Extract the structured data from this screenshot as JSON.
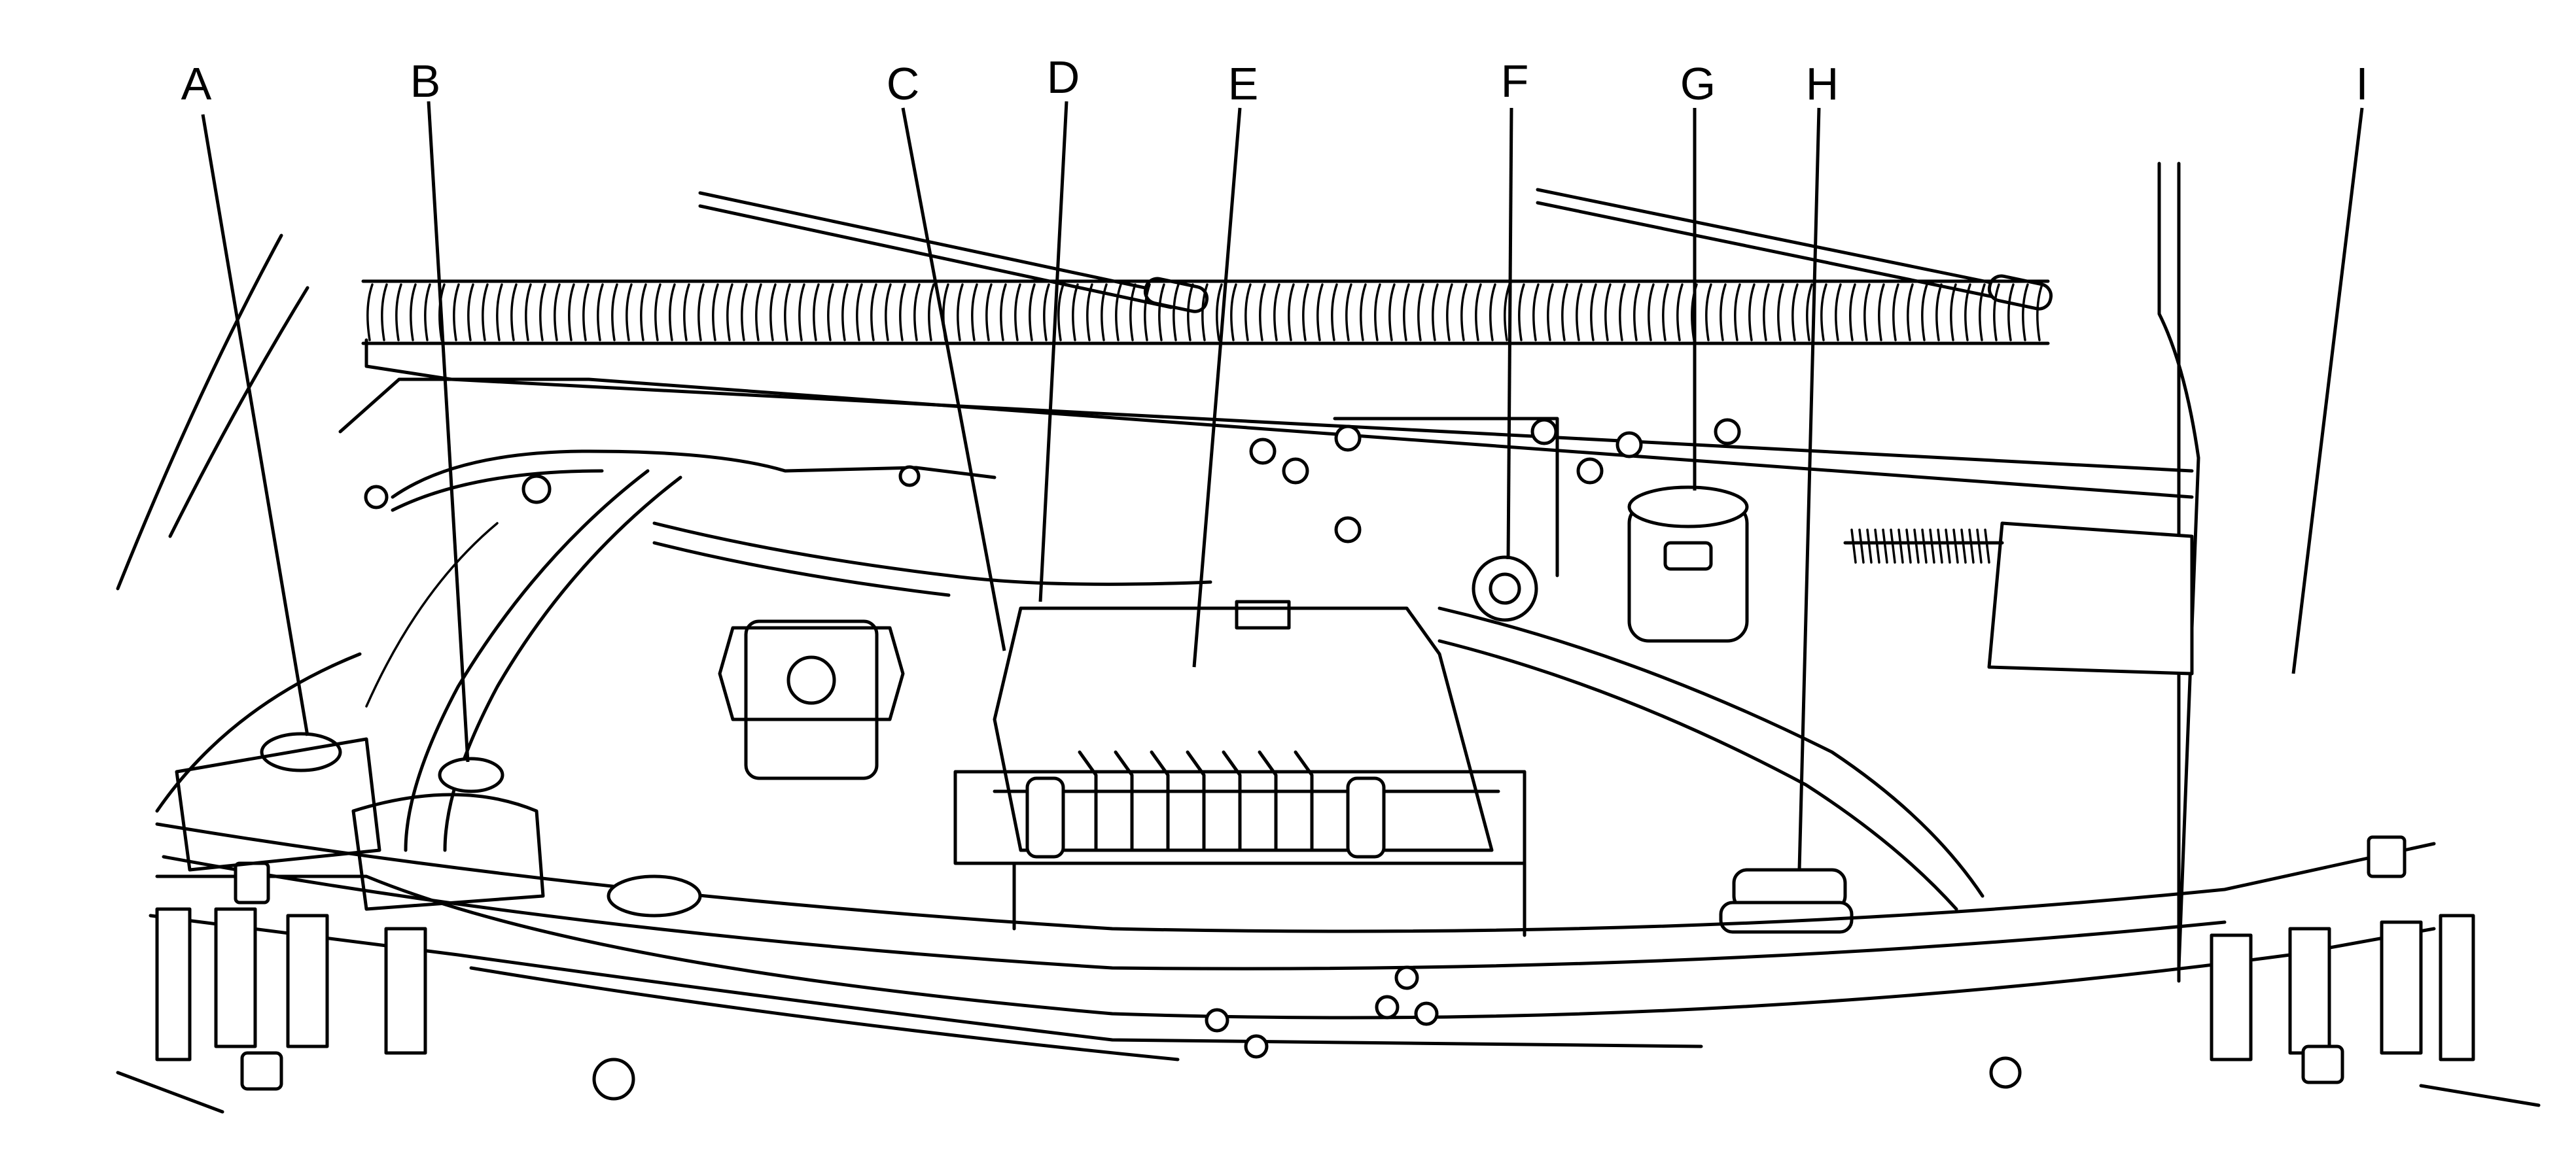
{
  "diagram": {
    "callouts": [
      {
        "id": "A",
        "label": "A"
      },
      {
        "id": "B",
        "label": "B"
      },
      {
        "id": "C",
        "label": "C"
      },
      {
        "id": "D",
        "label": "D"
      },
      {
        "id": "E",
        "label": "E"
      },
      {
        "id": "F",
        "label": "F"
      },
      {
        "id": "G",
        "label": "G"
      },
      {
        "id": "H",
        "label": "H"
      },
      {
        "id": "I",
        "label": "I"
      }
    ],
    "colors": {
      "line": "#000000",
      "background": "#ffffff"
    }
  }
}
